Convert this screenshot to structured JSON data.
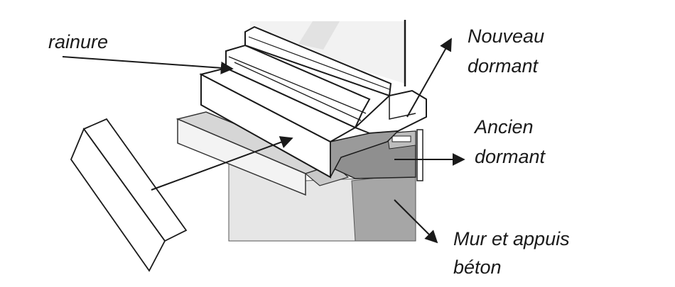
{
  "labels": {
    "rainure": "rainure",
    "nouveau_dormant": [
      "Nouveau",
      "dormant"
    ],
    "ancien_dormant": [
      "Ancien",
      "dormant"
    ],
    "mur_appuis": [
      "Mur et appuis",
      "béton"
    ]
  },
  "colors": {
    "stroke": "#1a1a1a",
    "wall_light": "#e4e4e4",
    "wall_dark": "#a0a0a0",
    "sill_light": "#d9d9d9",
    "frame_white": "#ffffff",
    "old_frame": "#8e8e8e"
  }
}
